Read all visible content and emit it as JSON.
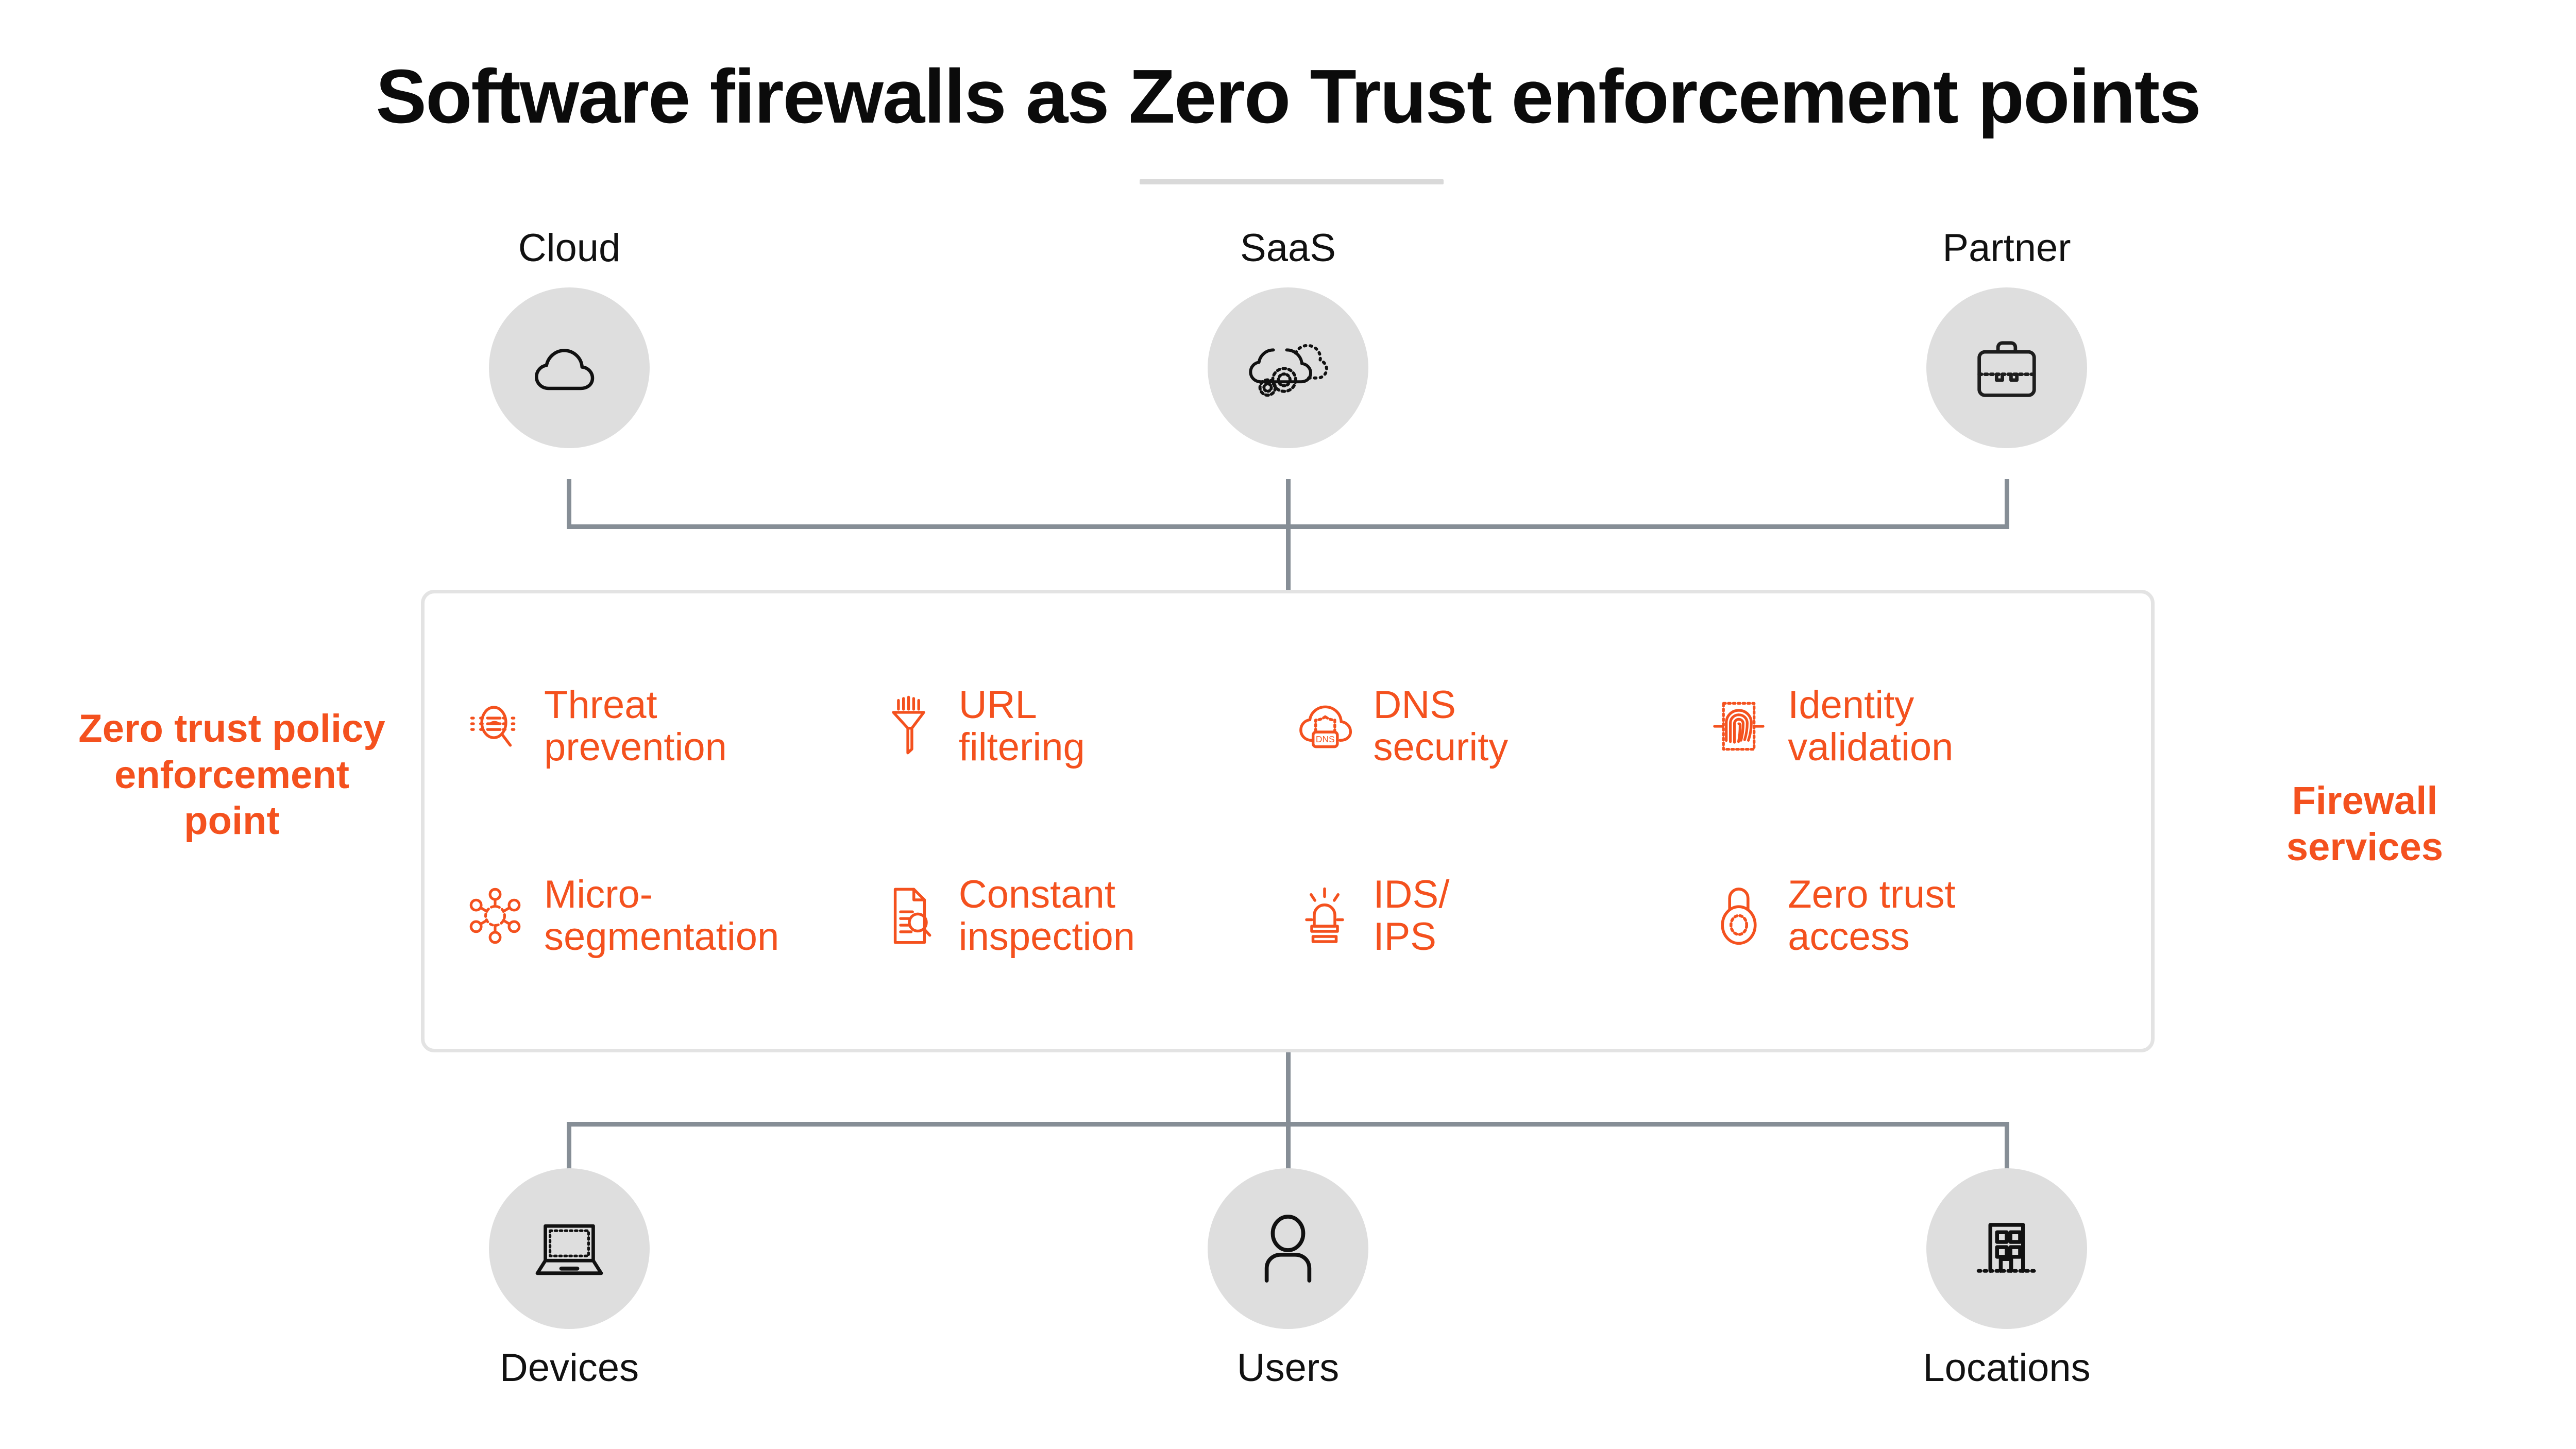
{
  "title": "Software firewalls as Zero Trust enforcement points",
  "colors": {
    "accent": "#f4511e",
    "circle_fill": "#dedede",
    "connector": "#868e96",
    "box_border": "#e3e3e3",
    "title_rule": "#d9d9d9",
    "text": "#111111"
  },
  "top_nodes": [
    {
      "label": "Cloud",
      "icon": "cloud-icon"
    },
    {
      "label": "SaaS",
      "icon": "saas-cloud-gears-icon"
    },
    {
      "label": "Partner",
      "icon": "briefcase-icon"
    }
  ],
  "bottom_nodes": [
    {
      "label": "Devices",
      "icon": "laptop-icon"
    },
    {
      "label": "Users",
      "icon": "person-icon"
    },
    {
      "label": "Locations",
      "icon": "building-icon"
    }
  ],
  "enforcement_box": {
    "left_caption": "Zero trust policy enforcement point",
    "right_caption": "Firewall services",
    "services": [
      {
        "label_line1": "Threat",
        "label_line2": "prevention",
        "icon": "threat-scan-icon"
      },
      {
        "label_line1": "URL",
        "label_line2": "filtering",
        "icon": "funnel-icon"
      },
      {
        "label_line1": "DNS",
        "label_line2": "security",
        "icon": "dns-cloud-shield-icon"
      },
      {
        "label_line1": "Identity",
        "label_line2": "validation",
        "icon": "fingerprint-scan-icon"
      },
      {
        "label_line1": "Micro-",
        "label_line2": "segmentation",
        "icon": "micro-segmentation-icon"
      },
      {
        "label_line1": "Constant",
        "label_line2": "inspection",
        "icon": "document-search-icon"
      },
      {
        "label_line1": "IDS/",
        "label_line2": "IPS",
        "icon": "alarm-beacon-icon"
      },
      {
        "label_line1": "Zero trust",
        "label_line2": "access",
        "icon": "padlock-icon"
      }
    ],
    "dns_badge_text": "DNS"
  }
}
